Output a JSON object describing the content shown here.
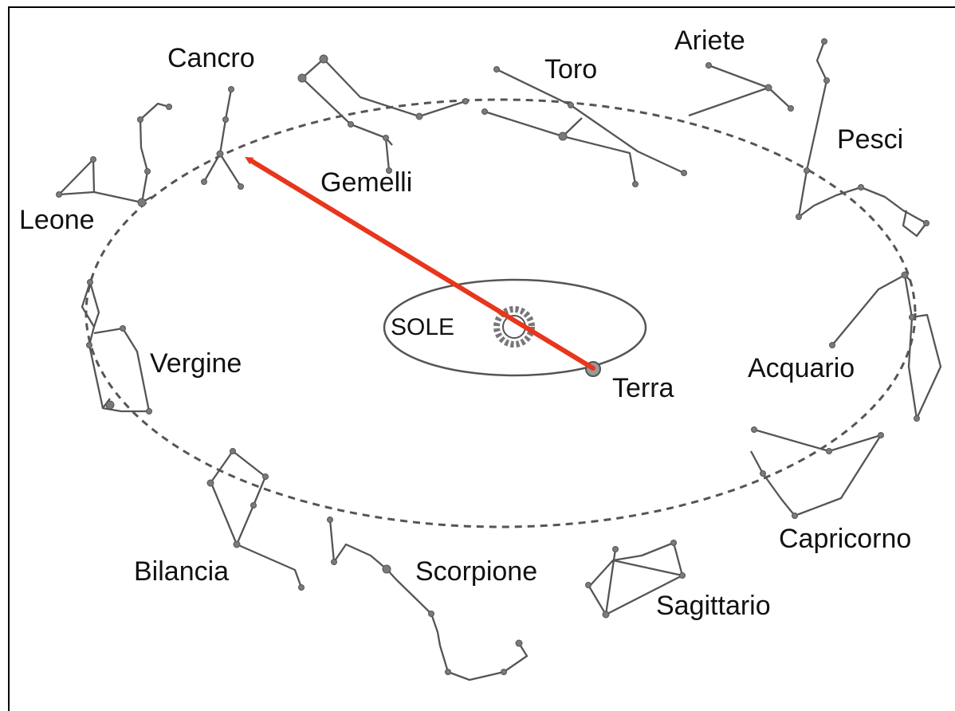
{
  "colors": {
    "line": "#555555",
    "star": "#7a7a7a",
    "arrow": "#e8361c",
    "text": "#111111"
  },
  "labels": {
    "cancro": "Cancro",
    "toro": "Toro",
    "ariete": "Ariete",
    "pesci": "Pesci",
    "gemelli": "Gemelli",
    "leone": "Leone",
    "vergine": "Vergine",
    "sole": "SOLE",
    "terra": "Terra",
    "acquario": "Acquario",
    "capricorno": "Capricorno",
    "bilancia": "Bilancia",
    "scorpione": "Scorpione",
    "sagittario": "Sagittario"
  }
}
